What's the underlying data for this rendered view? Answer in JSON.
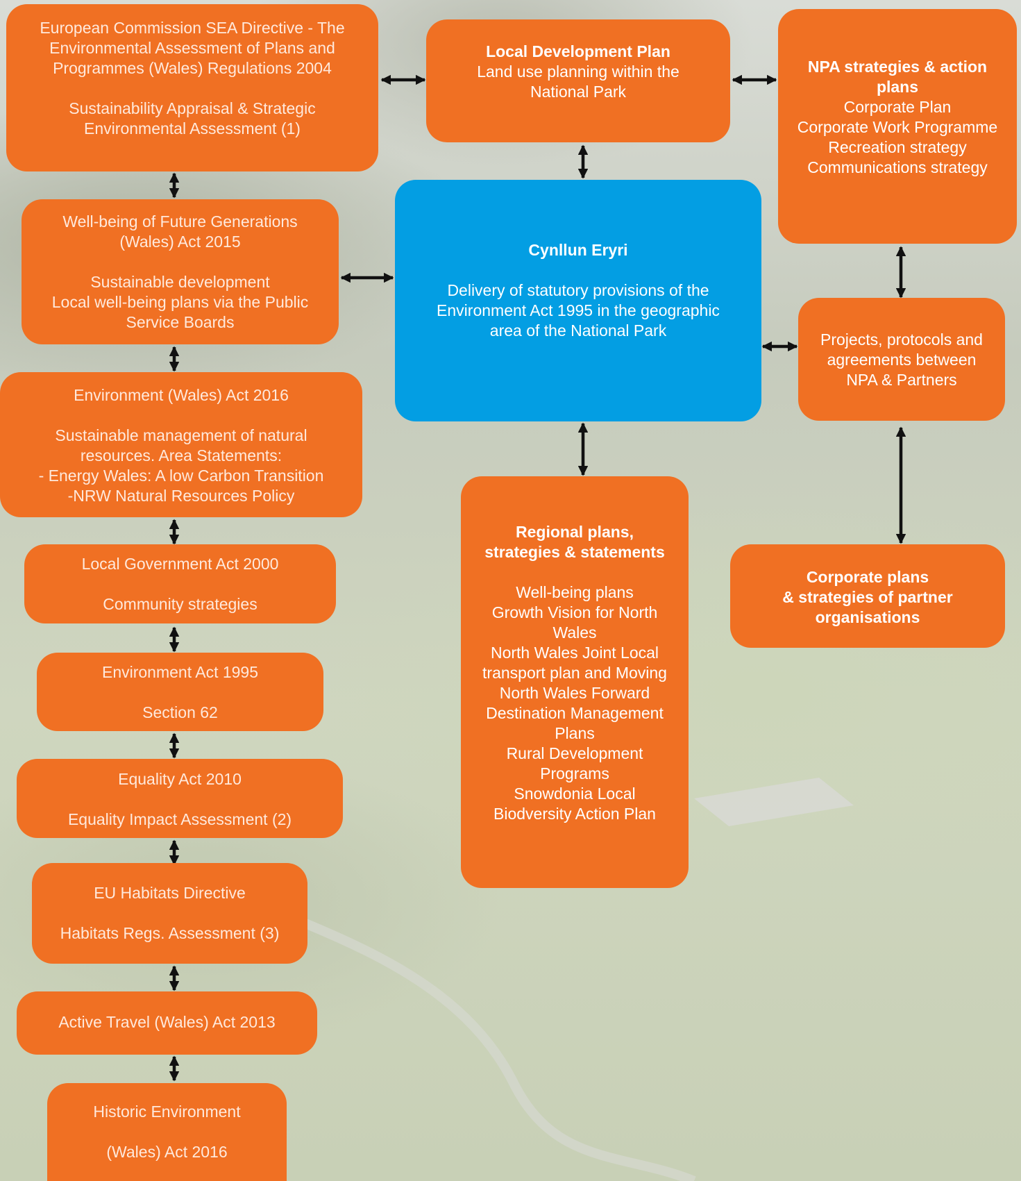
{
  "center": {
    "title": "Cynllun Eryri",
    "lines": [
      "Delivery of statutory provisions of the",
      "Environment Act 1995 in the geographic",
      "area of the National Park"
    ]
  },
  "ldp": {
    "title": "Local Development Plan",
    "lines": [
      "Land use planning within the",
      "National Park"
    ]
  },
  "npa": {
    "title_lines": [
      "NPA strategies & action",
      "plans"
    ],
    "lines": [
      "Corporate Plan",
      "Corporate Work Programme",
      "Recreation strategy",
      "Communications strategy"
    ]
  },
  "projects": {
    "lines": [
      "Projects, protocols and",
      "agreements between",
      "NPA & Partners"
    ]
  },
  "corporate": {
    "title_lines": [
      "Corporate plans",
      "& strategies of partner",
      "organisations"
    ]
  },
  "regional": {
    "title_lines": [
      "Regional plans,",
      "strategies & statements"
    ],
    "lines": [
      "Well-being plans",
      "Growth Vision for North",
      "Wales",
      "North Wales Joint Local",
      "transport plan and Moving",
      "North Wales Forward",
      "Destination Management",
      "Plans",
      "Rural Development",
      "Programs",
      "Snowdonia Local",
      "Biodversity Action Plan"
    ]
  },
  "left": {
    "sea": {
      "lines_a": [
        "European Commission SEA Directive - The",
        "Environmental Assessment of Plans and",
        "Programmes (Wales) Regulations 2004"
      ],
      "lines_b": [
        "Sustainability Appraisal & Strategic",
        "Environmental Assessment (1)"
      ]
    },
    "wellbeing": {
      "lines_a": [
        "Well-being of Future Generations",
        "(Wales) Act 2015"
      ],
      "lines_b": [
        "Sustainable development",
        "Local well-being plans via the Public",
        "Service Boards"
      ]
    },
    "env2016": {
      "lines_a": [
        "Environment (Wales) Act 2016"
      ],
      "lines_b": [
        "Sustainable management of natural",
        "resources. Area Statements:",
        "- Energy Wales: A low Carbon Transition",
        "-NRW Natural Resources Policy"
      ]
    },
    "localgov": {
      "line_a": "Local Government  Act 2000",
      "line_b": "Community strategies"
    },
    "env1995": {
      "line_a": "Environment Act 1995",
      "line_b": "Section 62"
    },
    "equality": {
      "line_a": "Equality Act 2010",
      "line_b": "Equality Impact Assessment (2)"
    },
    "habitats": {
      "line_a": "EU Habitats Directive",
      "line_b": "Habitats Regs. Assessment (3)"
    },
    "active": {
      "line_a": "Active Travel (Wales) Act 2013"
    },
    "historic": {
      "line_a": "Historic Environment",
      "line_b": "(Wales) Act 2016"
    }
  },
  "colors": {
    "orange": "#f07023",
    "blue": "#039ee3",
    "arrow": "#111111"
  }
}
